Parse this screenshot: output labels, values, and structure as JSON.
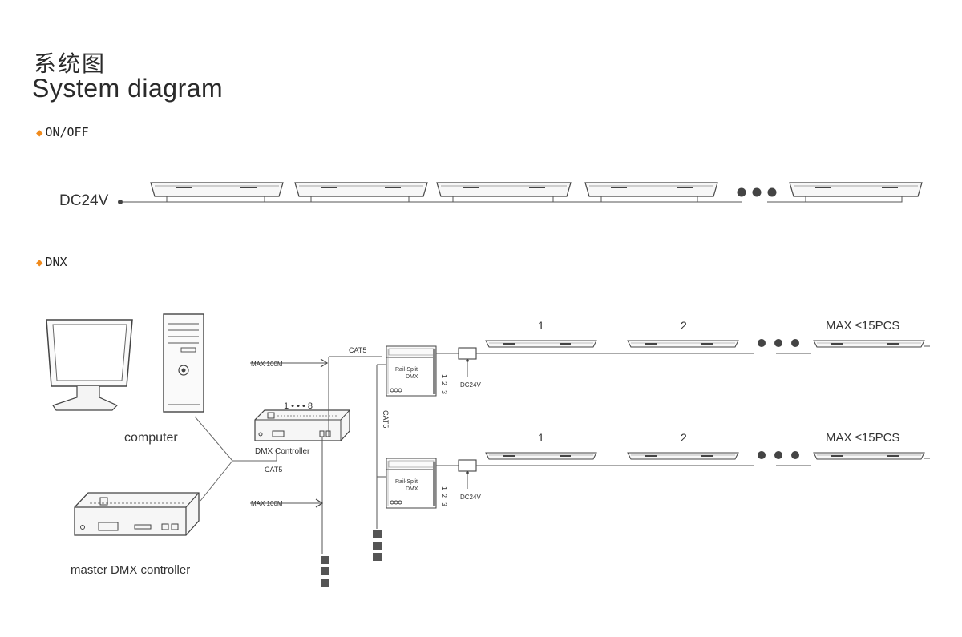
{
  "title_cn": "系统图",
  "title_en": "System diagram",
  "sections": {
    "onoff": {
      "label": "ON/OFF",
      "power_label": "DC24V"
    },
    "dmx": {
      "label": "DNX"
    }
  },
  "devices": {
    "computer": "computer",
    "master_controller": "master DMX controller",
    "dmx_controller": "DMX Controller",
    "dmx_ports": "1 •  •  • 8",
    "rail_split_a": "Rail-Split",
    "rail_split_b": "DMX"
  },
  "cables": {
    "cat5": "CAT5",
    "max_distance": "MAX 100M",
    "power": "DC24V"
  },
  "chain": {
    "lamp_1": "1",
    "lamp_2": "2",
    "max_label": "MAX ≤15PCS",
    "port_numbers": [
      "1",
      "2",
      "3"
    ]
  },
  "colors": {
    "accent": "#f08a1c",
    "line": "#555555"
  }
}
